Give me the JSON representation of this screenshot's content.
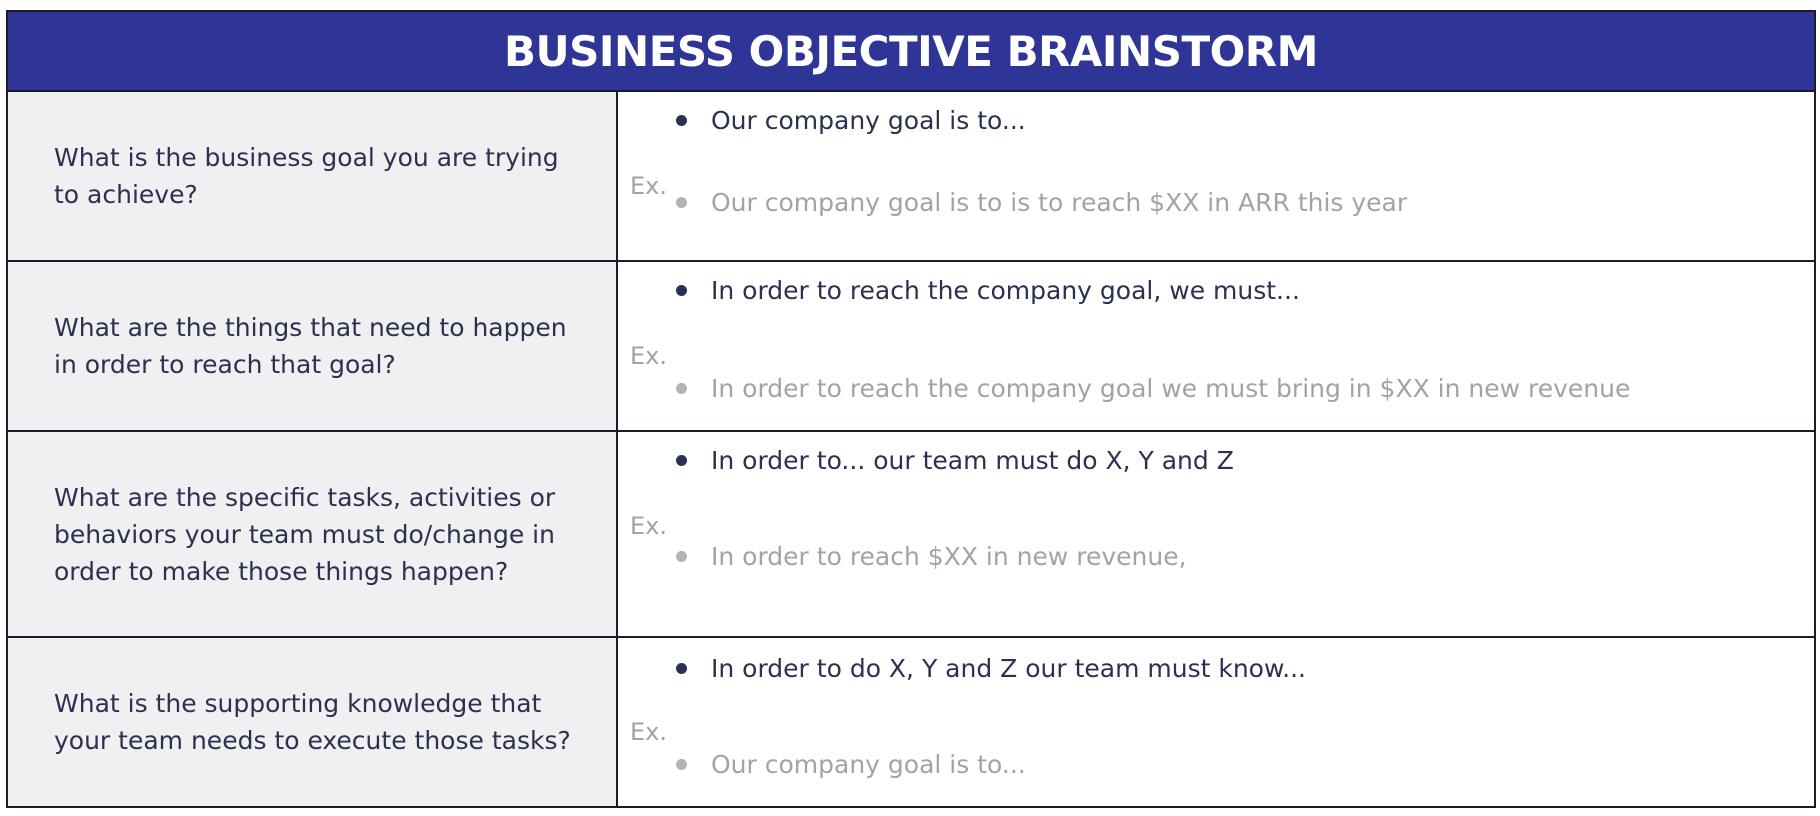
{
  "header": {
    "title": "BUSINESS OBJECTIVE BRAINSTORM"
  },
  "rows": [
    {
      "question": "What is the business goal you are trying to achieve?",
      "prompt": "Our company goal is to...",
      "ex_label": "Ex.",
      "example": "Our company goal is to is to reach $XX in ARR this year"
    },
    {
      "question": "What are the things that need to happen in order to reach that goal?",
      "prompt": "In order to reach the company goal, we must...",
      "ex_label": "Ex.",
      "example": "In order to reach the company goal we must bring in $XX in new revenue"
    },
    {
      "question": "What are the specific tasks, activities or behaviors your team must do/change in order to make those things happen?",
      "prompt": "In order to... our team must do X, Y and Z",
      "ex_label": "Ex.",
      "example": "In order to reach $XX in new revenue,"
    },
    {
      "question": "What is the supporting knowledge that your team needs to execute those tasks?",
      "prompt": "In order to do X, Y and Z our team must know...",
      "ex_label": "Ex.",
      "example": "Our company goal is to..."
    }
  ],
  "colors": {
    "header_bg": "#2e3596",
    "question_bg": "#f0eff1",
    "text_dark": "#2b3150",
    "text_muted": "#a3a3a3"
  }
}
